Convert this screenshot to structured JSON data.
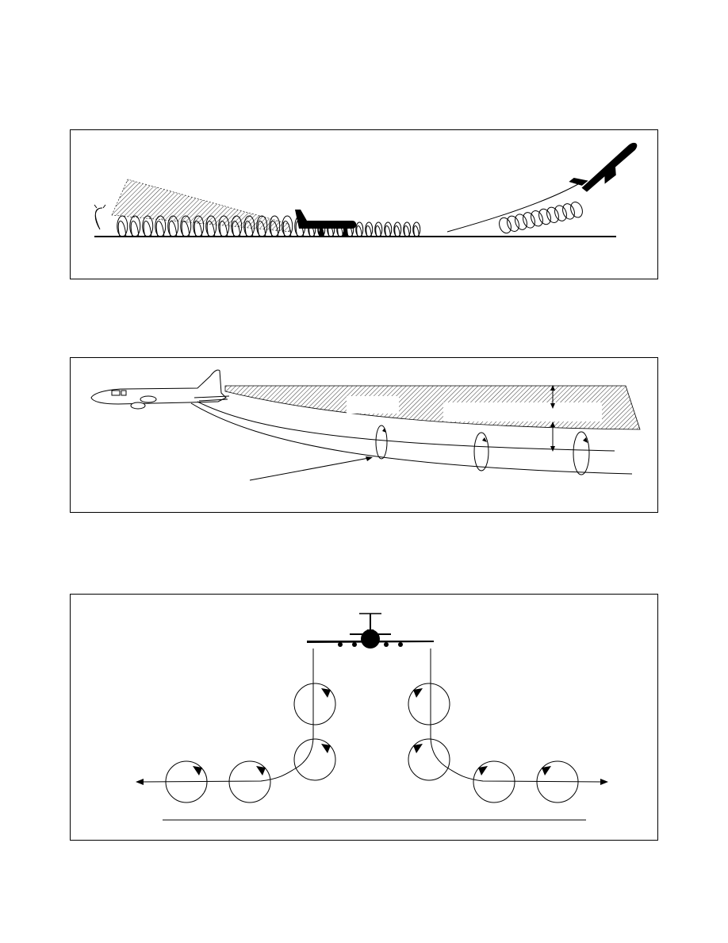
{
  "colors": {
    "ink": "#000000",
    "paper": "#ffffff",
    "hatch": "#000000"
  },
  "figures": [
    {
      "id": "ground-wake-figure"
    },
    {
      "id": "wake-descent-figure"
    },
    {
      "id": "vortex-spread-figure"
    }
  ]
}
